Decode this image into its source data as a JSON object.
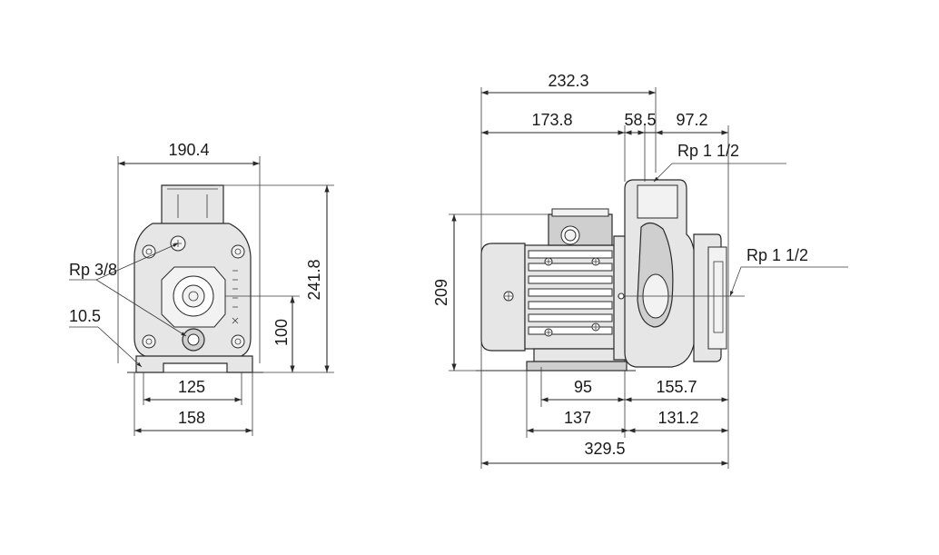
{
  "drawing": {
    "front_view": {
      "width_top": "190.4",
      "height_total": "241.8",
      "shaft_height": "100",
      "foot_inner": "125",
      "foot_outer": "158",
      "hole": "10.5",
      "drain_thread": "Rp 3/8"
    },
    "side_view": {
      "overall_upper": "232.3",
      "motor_length": "173.8",
      "bracket": "58.5",
      "outlet_offset": "97.2",
      "outlet_thread": "Rp 1 1/2",
      "inlet_thread": "Rp 1 1/2",
      "height": "209",
      "foot_to_center": "95",
      "center_to_inlet": "155.7",
      "foot_length": "137",
      "inlet_length": "131.2",
      "overall_length": "329.5"
    }
  }
}
